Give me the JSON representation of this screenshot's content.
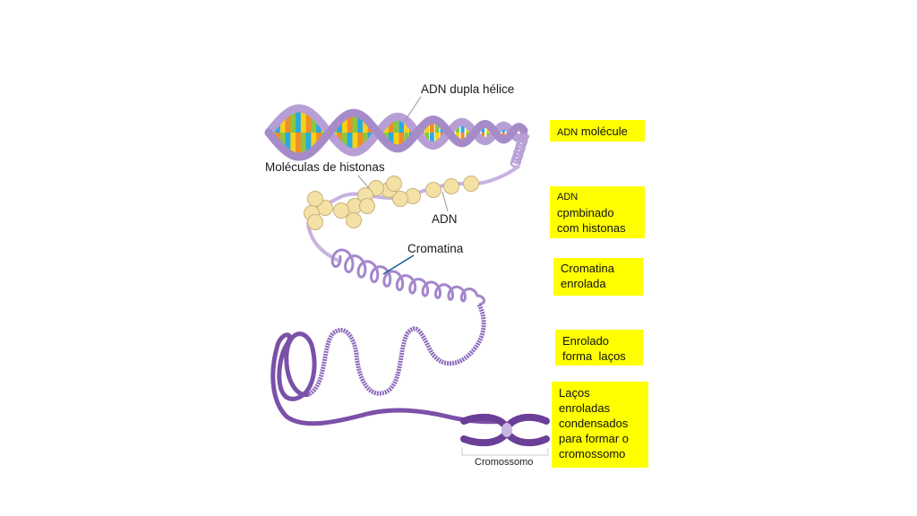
{
  "labels": {
    "dna_double_helix": "ADN dupla hélice",
    "histone_molecules": "Moléculas de histonas",
    "dna": "ADN",
    "chromatin": "Cromatina",
    "chromosome": "Cromossomo"
  },
  "stages": {
    "dna_molecule": {
      "line1": "ADN",
      "line2": "molécule"
    },
    "dna_histones": {
      "line1": "ADN",
      "line2": "cpmbinado",
      "line3": "com histonas"
    },
    "coiled_chromatin": {
      "line1": "Cromatina",
      "line2": "enrolada"
    },
    "loops": {
      "line1": "Enrolado",
      "line2": "forma  laços"
    },
    "condensed": {
      "line1": "Laços",
      "line2": "enroladas",
      "line3": "condensados",
      "line4": "para formar o",
      "line5": "cromossomo"
    }
  },
  "colors": {
    "strand": "#b79fd6",
    "strand_dark": "#6b3f98",
    "highlight_box": "#ffff00",
    "base_pairs": [
      "#f28c28",
      "#8cc63f",
      "#29abe2",
      "#f7d117"
    ],
    "histone": "#f3e1a6",
    "pointer": "#1e5a8a"
  }
}
